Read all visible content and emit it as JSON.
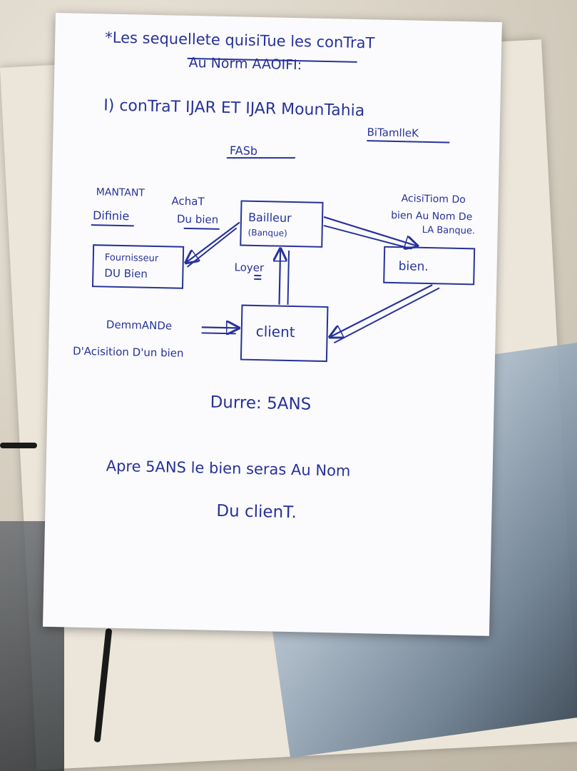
{
  "heading": {
    "line1": "*Les sequellete quisiTue les conTraT",
    "line2": "Au Norm AAOIFI:"
  },
  "section": {
    "title": "I) conTraT IJAR ET IJAR MounTahia",
    "subtitle": "BiTamlleK"
  },
  "subheading": "FASb",
  "diagram": {
    "nodes": {
      "lessor_line1": "Bailleur",
      "lessor_line2": "(Banque)",
      "supplier_line1": "Fournisseur",
      "supplier_line2": "DU Bien",
      "asset": "bien.",
      "client": "client"
    },
    "labels": {
      "amount_line1": "MANTANT",
      "amount_line2": "Difinie",
      "purchase_line1": "AchaT",
      "purchase_line2": "Du bien",
      "acquisition_line1": "AcisiTiom Do",
      "acquisition_line2": "bien Au Nom De",
      "acquisition_line3": "LA Banque.",
      "rent": "Loyer",
      "request_line1": "DemmANDe",
      "request_line2": "D'Acisition D'un bien"
    }
  },
  "duration": "Durre: 5ANS",
  "note": {
    "line1": "Apre 5ANS le bien seras Au Nom",
    "line2": "Du clienT."
  }
}
